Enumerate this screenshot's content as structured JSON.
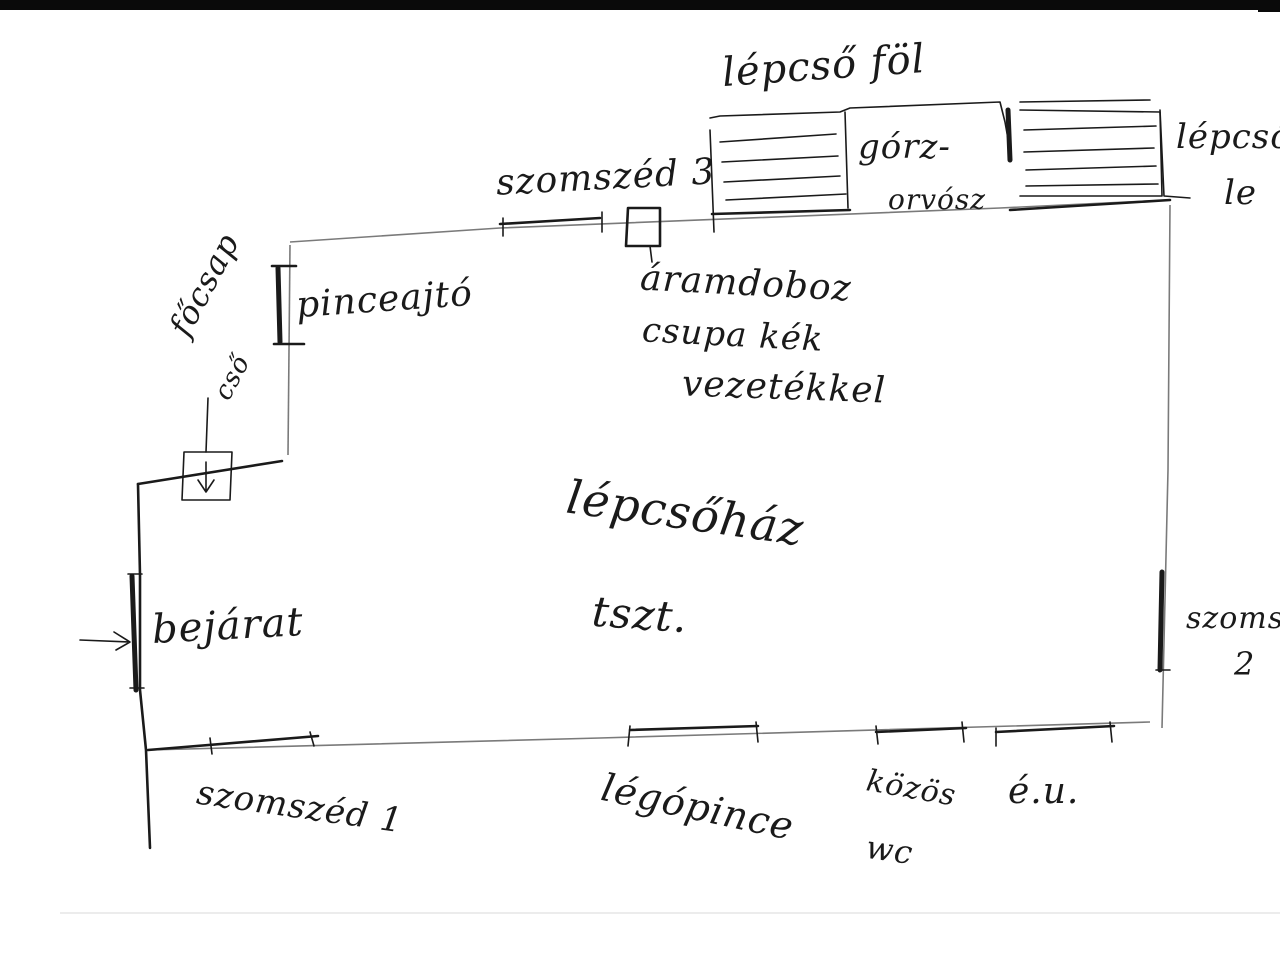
{
  "labels": {
    "stairs_up": "lépcső föl",
    "neighbor_3": "szomszéd 3",
    "gorz_line1": "górz-",
    "gorz_line2": "orvósz",
    "stairs_down_line1": "lépcső",
    "stairs_down_line2": "le",
    "basement_door": "pinceajtó",
    "main_pipe_line1": "főcsap",
    "main_pipe_line2": "cső",
    "fusebox_line1": "áramdoboz",
    "fusebox_line2": "csupa kék",
    "fusebox_line3": "vezetékkel",
    "entrance": "bejárat",
    "stairwell_line1": "lépcsőház",
    "stairwell_line2": "tszt.",
    "neighbor_2_line1": "szoms",
    "neighbor_2_line2": "2",
    "neighbor_1": "szomszéd 1",
    "air_cellar": "légópince",
    "shared_wc_line1": "közös",
    "shared_wc_line2": "wc",
    "eu": "é.u."
  },
  "colors": {
    "ink": "#1a1a1a",
    "pencil": "#7a7a7a",
    "paper": "#ffffff"
  }
}
